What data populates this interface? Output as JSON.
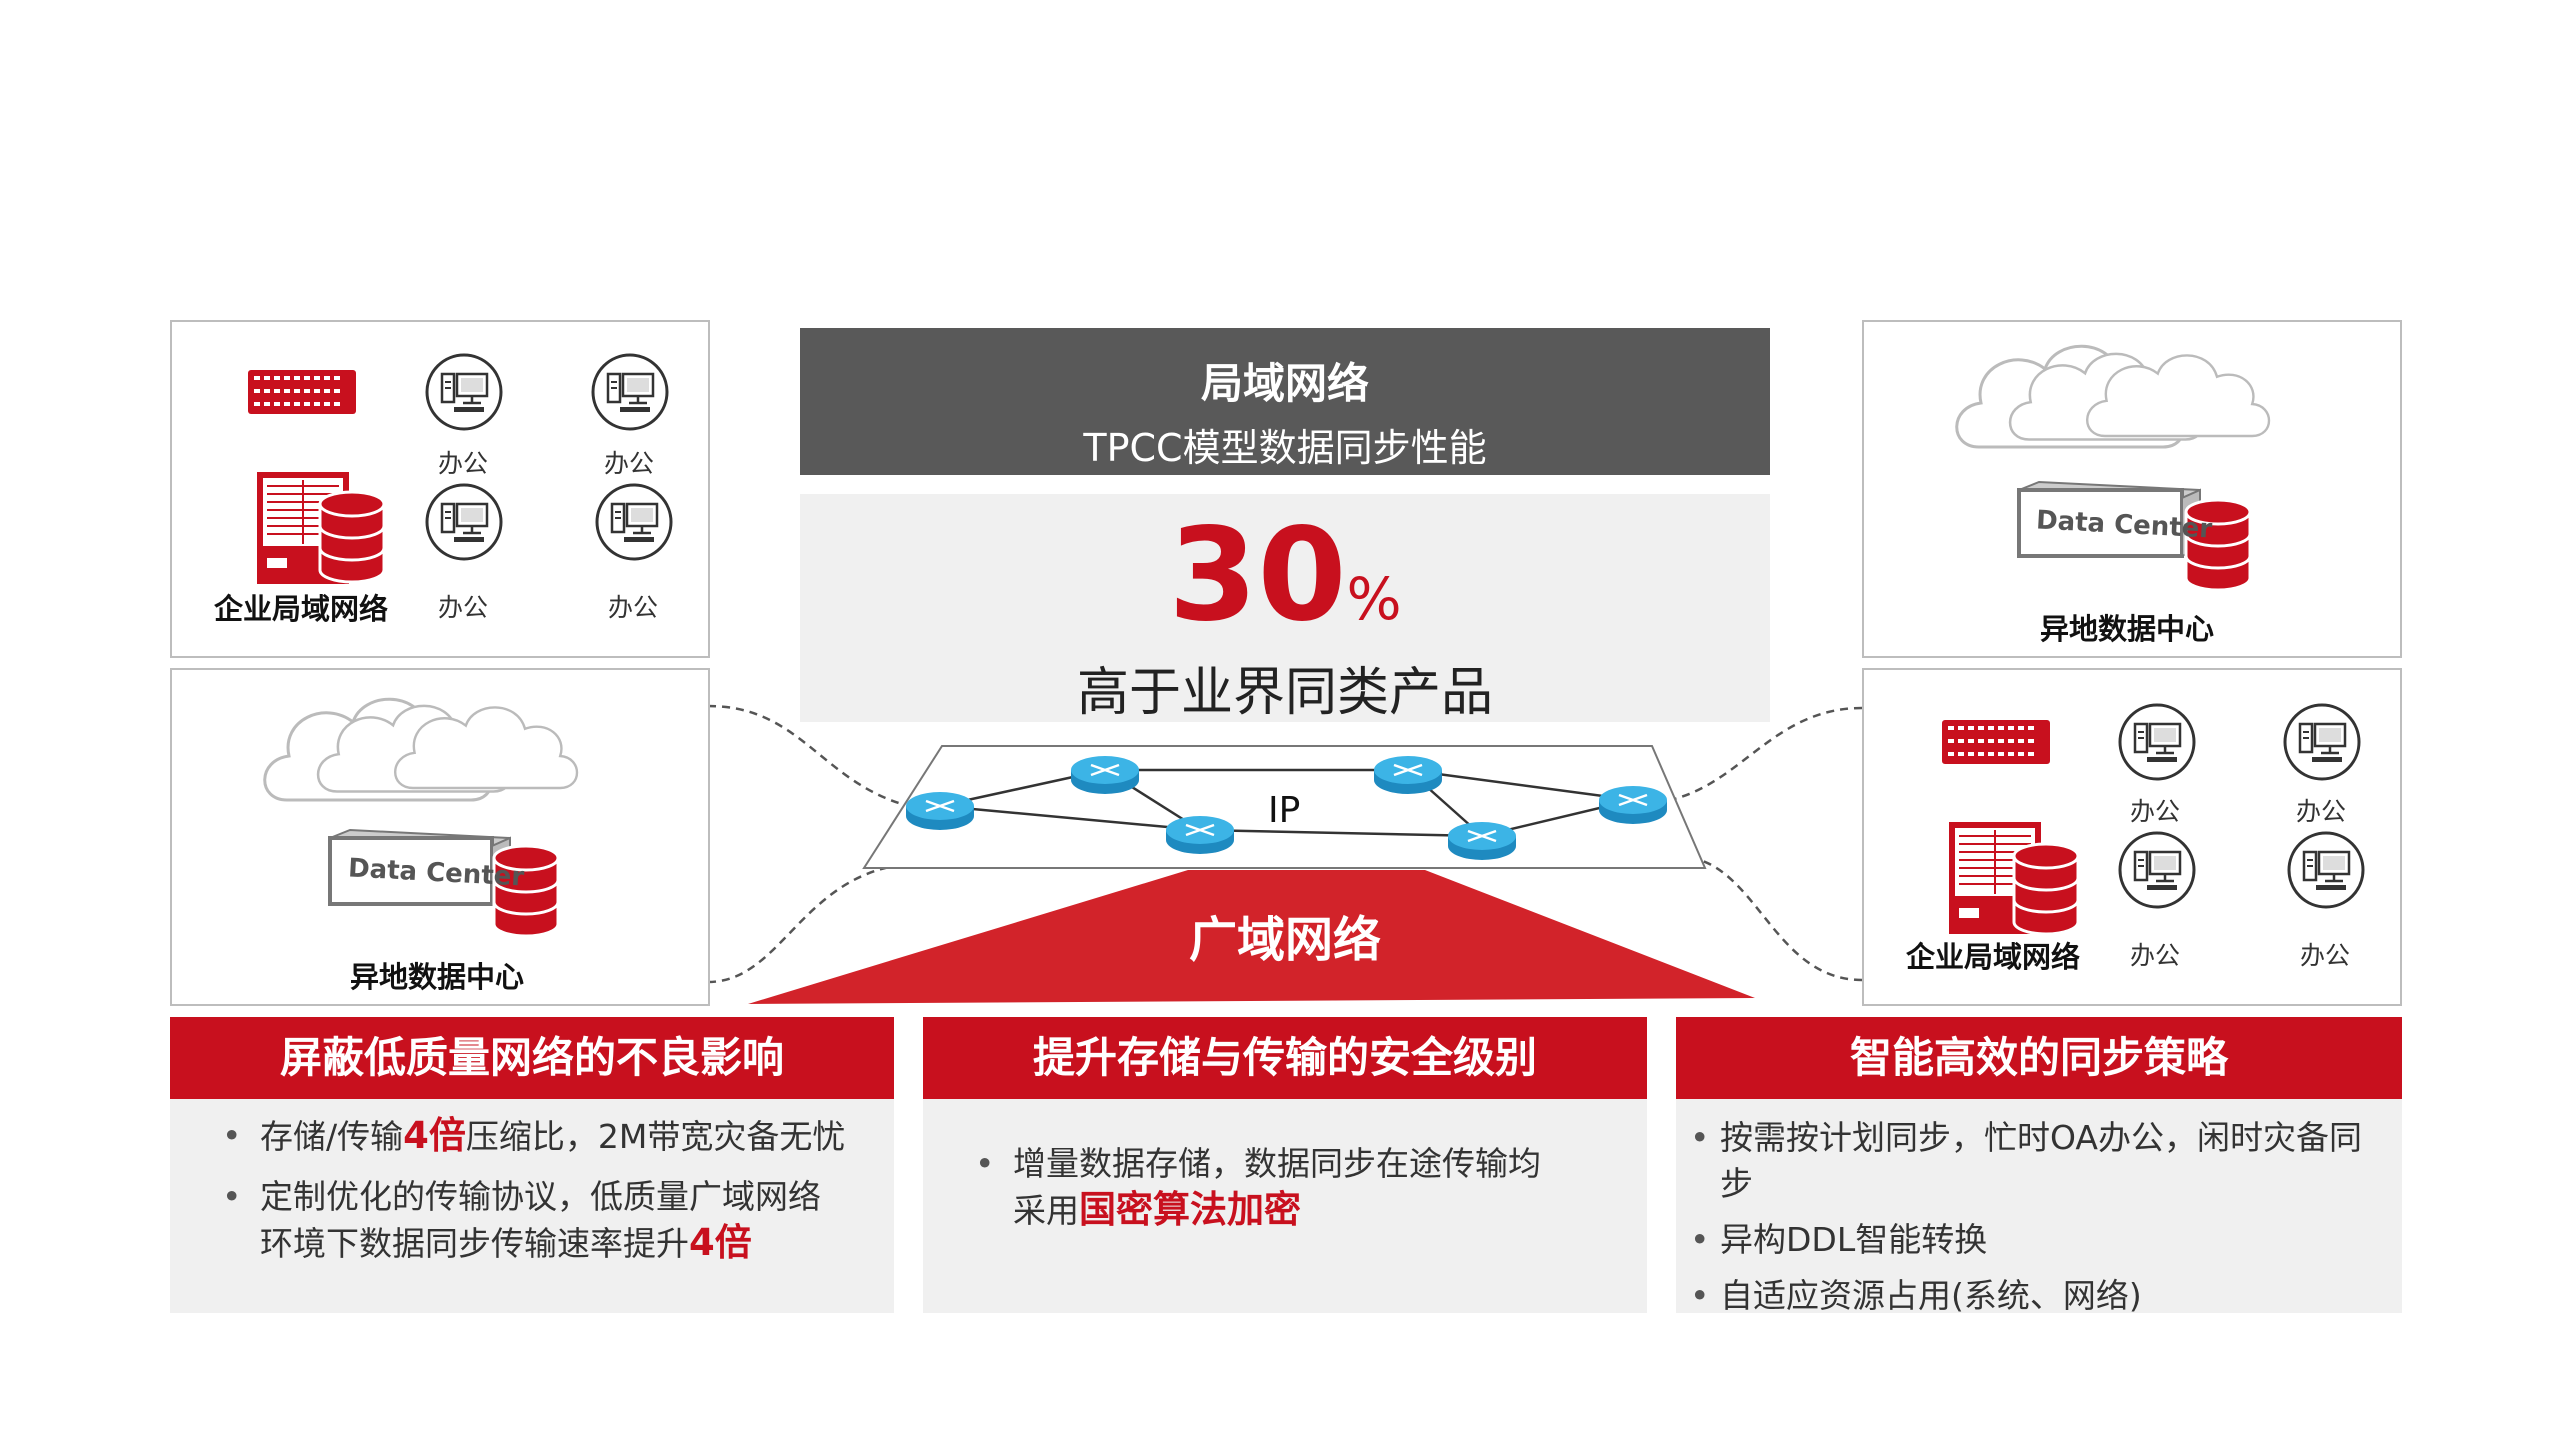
{
  "center": {
    "lan_title": "局域网络",
    "lan_subtitle": "TPCC模型数据同步性能",
    "stat_value": "30",
    "stat_unit": "%",
    "stat_desc": "高于业界同类产品",
    "wan_label": "广域网络",
    "ip_label": "IP"
  },
  "left": {
    "enterprise_label": "企业局域网络",
    "office_labels": [
      "办公",
      "办公",
      "办公",
      "办公"
    ],
    "datacenter_text": "Data Center",
    "remote_label": "异地数据中心"
  },
  "right": {
    "datacenter_text": "Data Center",
    "remote_label": "异地数据中心",
    "enterprise_label": "企业局域网络",
    "office_labels": [
      "办公",
      "办公",
      "办公",
      "办公"
    ]
  },
  "panels": [
    {
      "title": "屏蔽低质量网络的不良影响",
      "items": [
        {
          "pre": "存储/传输",
          "hl": "4倍",
          "post": "压缩比，2M带宽灾备无忧",
          "line2": "",
          "hl2": ""
        },
        {
          "pre": "定制优化的传输协议，低质量广域网络",
          "hl": "",
          "post": "",
          "line2": "环境下数据同步传输速率提升",
          "hl2": "4倍"
        }
      ]
    },
    {
      "title": "提升存储与传输的安全级别",
      "items": [
        {
          "pre": "增量数据存储，数据同步在途传输均",
          "hl": "",
          "post": "",
          "line2": "采用",
          "hl2": "国密算法加密"
        }
      ]
    },
    {
      "title": "智能高效的同步策略",
      "items": [
        {
          "pre": "按需按计划同步，忙时OA办公，闲时灾备同步",
          "hl": "",
          "post": "",
          "line2": "",
          "hl2": ""
        },
        {
          "pre": "异构DDL智能转换",
          "hl": "",
          "post": "",
          "line2": "",
          "hl2": ""
        },
        {
          "pre": "自适应资源占用(系统、网络)",
          "hl": "",
          "post": "",
          "line2": "",
          "hl2": ""
        }
      ]
    }
  ],
  "colors": {
    "accent": "#c8101e",
    "header_gray": "#595959",
    "panel_bg": "#f0f0f0",
    "router": "#2ea6dc"
  },
  "icons": [
    "server-rack-icon",
    "database-icon",
    "computer-icon",
    "cloud-icon",
    "router-icon"
  ]
}
